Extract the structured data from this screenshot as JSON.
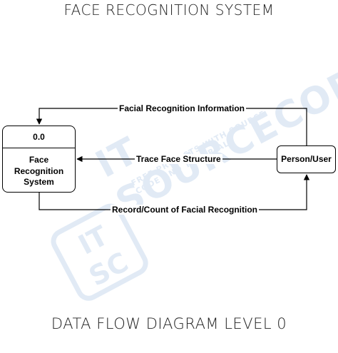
{
  "header": {
    "title": "FACE RECOGNITION SYSTEM"
  },
  "footer": {
    "title": "DATA FLOW DIAGRAM LEVEL 0"
  },
  "process": {
    "id": "0.0",
    "name": "Face\nRecognition\nSystem"
  },
  "entity": {
    "name": "Person/User"
  },
  "flows": [
    {
      "label": "Facial Recognition Information",
      "from": "Person/User",
      "to": "Face Recognition System"
    },
    {
      "label": "Trace Face Structure",
      "from": "Person/User",
      "to": "Face Recognition System"
    },
    {
      "label": "Record/Count of Facial Recognition",
      "from": "Face Recognition System",
      "to": "Person/User"
    }
  ],
  "watermark": {
    "main": "IT SOURCECODE",
    "sub": "FREE PROJECTS WITH SOURCE CODE AND TUTORIALS",
    "logo": "IT\nSC"
  },
  "colors": {
    "line": "#000000",
    "watermark": "#1f63b5"
  }
}
